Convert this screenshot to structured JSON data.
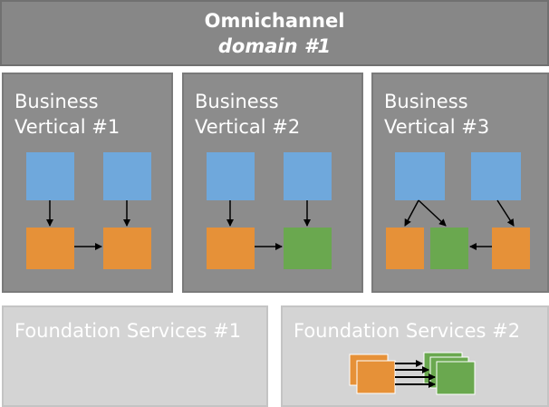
{
  "header": {
    "title": "Omnichannel",
    "subtitle": "domain #1"
  },
  "verticals": [
    {
      "line1": "Business",
      "line2": "Vertical #1"
    },
    {
      "line1": "Business",
      "line2": "Vertical #2"
    },
    {
      "line1": "Business",
      "line2": "Vertical #3"
    }
  ],
  "foundations": [
    {
      "label": "Foundation Services #1"
    },
    {
      "label": "Foundation Services #2"
    }
  ],
  "colors": {
    "header_bg": "#878787",
    "vertical_bg": "#8c8c8c",
    "foundation_bg": "#d4d4d4",
    "blue_box": "#6fa8dc",
    "orange_box": "#e69138",
    "green_box": "#6aa84f",
    "arrow": "#000000"
  }
}
